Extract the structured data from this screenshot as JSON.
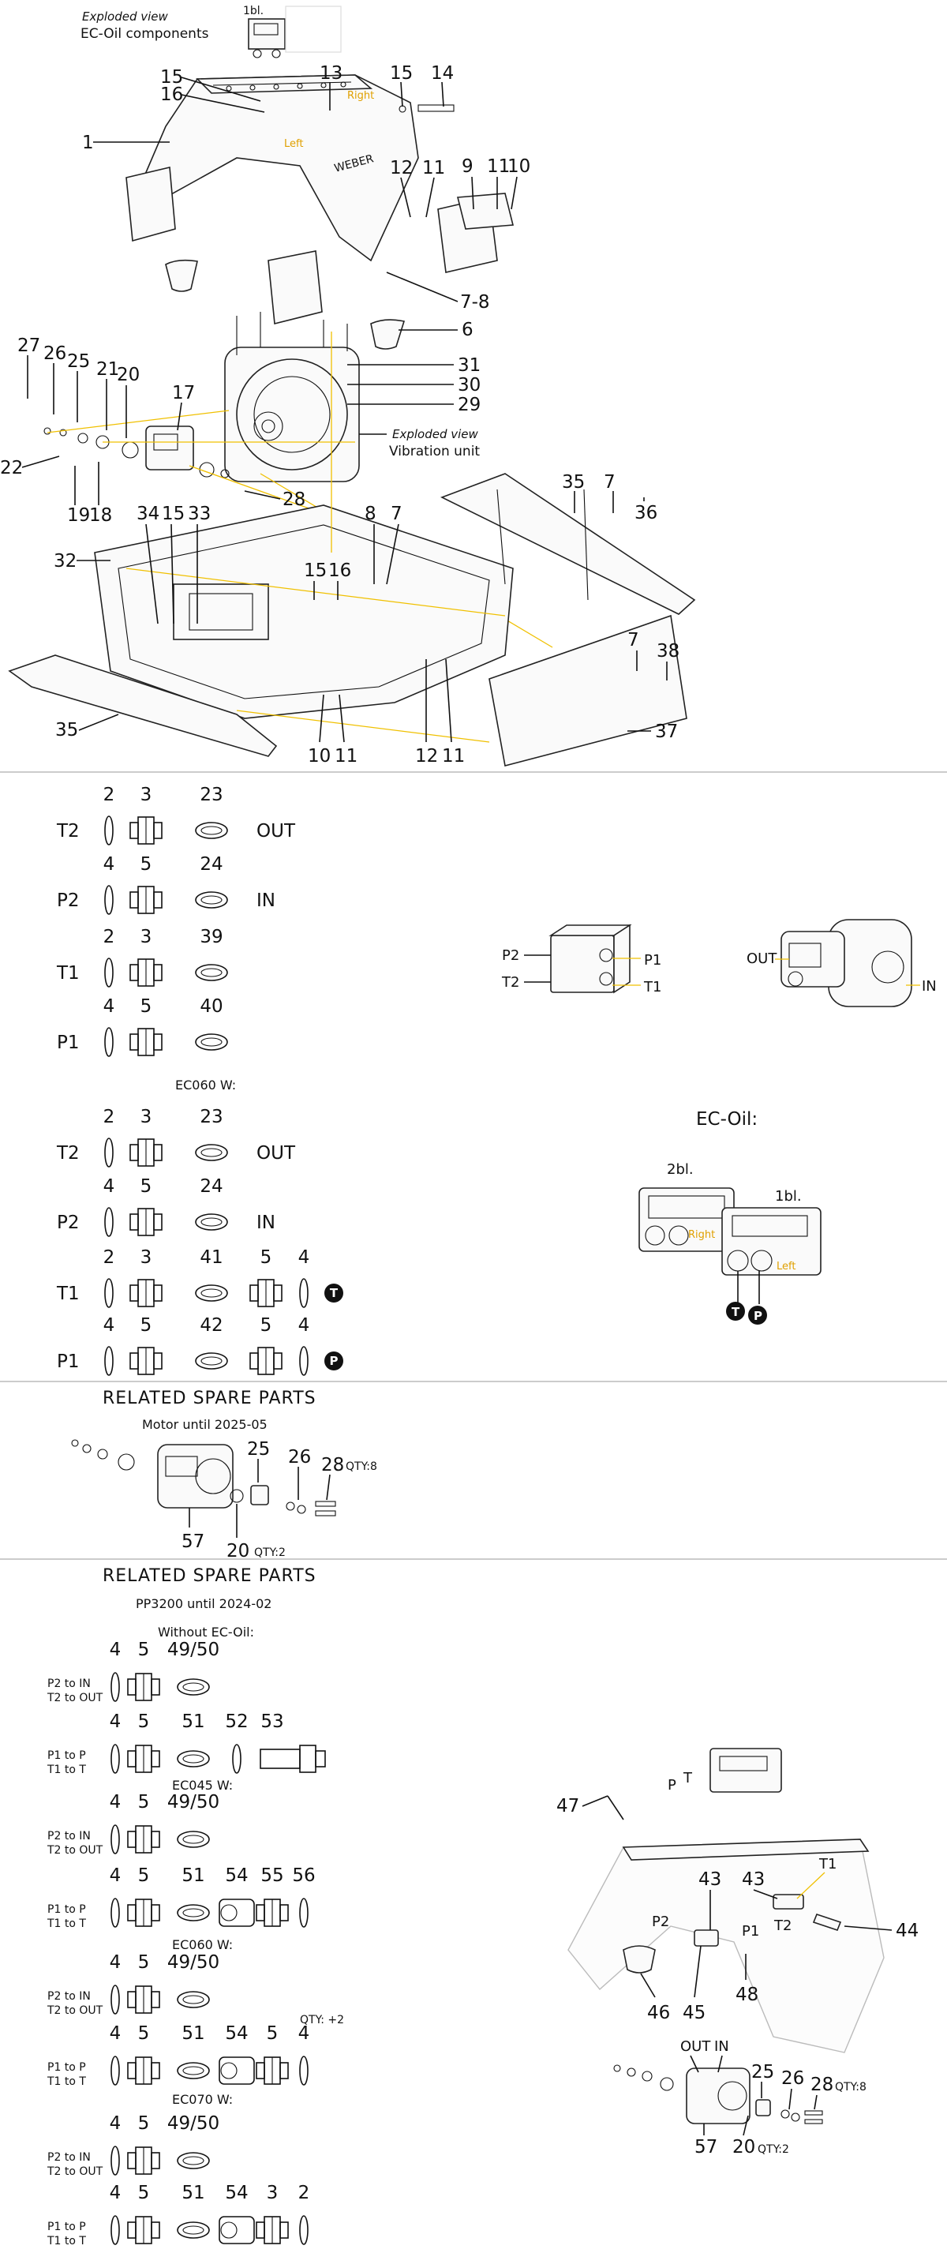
{
  "top": {
    "exploded_ec": "Exploded view",
    "ec_components": "EC-Oil components",
    "bl1": "1bl.",
    "exploded_vib": "Exploded view",
    "vibration_unit": "Vibration unit",
    "right": "Right",
    "left": "Left",
    "brand": "WEBER",
    "labels": [
      "1",
      "15",
      "16",
      "13",
      "15",
      "14",
      "12",
      "11",
      "9",
      "11",
      "10",
      "7-8",
      "6",
      "27",
      "26",
      "25",
      "21",
      "20",
      "17",
      "22",
      "19",
      "18",
      "31",
      "30",
      "29",
      "28",
      "35",
      "7",
      "36",
      "34",
      "15",
      "33",
      "32",
      "8",
      "7",
      "15",
      "16",
      "10",
      "11",
      "12",
      "11",
      "7",
      "38",
      "35",
      "37"
    ]
  },
  "fittings": {
    "rows_a": [
      {
        "port": "T2",
        "nums": [
          "2",
          "3",
          "23"
        ],
        "dir": "OUT"
      },
      {
        "port": "P2",
        "nums": [
          "4",
          "5",
          "24"
        ],
        "dir": "IN"
      },
      {
        "port": "T1",
        "nums": [
          "2",
          "3",
          "39"
        ],
        "dir": ""
      },
      {
        "port": "P1",
        "nums": [
          "4",
          "5",
          "40"
        ],
        "dir": ""
      }
    ],
    "ec060": "EC060 W:",
    "rows_b": [
      {
        "port": "T2",
        "nums": [
          "2",
          "3",
          "23"
        ],
        "dir": "OUT"
      },
      {
        "port": "P2",
        "nums": [
          "4",
          "5",
          "24"
        ],
        "dir": "IN"
      },
      {
        "port": "T1",
        "nums": [
          "2",
          "3",
          "41",
          "5",
          "4"
        ],
        "badge": "T"
      },
      {
        "port": "P1",
        "nums": [
          "4",
          "5",
          "42",
          "5",
          "4"
        ],
        "badge": "P"
      }
    ],
    "valve_ports": [
      "P2",
      "T2",
      "P1",
      "T1"
    ],
    "pump_out": "OUT",
    "pump_in": "IN",
    "ec_oil": "EC-Oil:",
    "bl2": "2bl.",
    "bl1": "1bl.",
    "right": "Right",
    "left": "Left",
    "badge_t": "T",
    "badge_p": "P"
  },
  "related1": {
    "title": "RELATED SPARE PARTS",
    "subtitle": "Motor until 2025-05",
    "labels": [
      "25",
      "26",
      "28",
      "57",
      "20"
    ],
    "qty8": "QTY:8",
    "qty2": "QTY:2"
  },
  "related2": {
    "title": "RELATED SPARE PARTS",
    "subtitle": "PP3200 until 2024-02",
    "without": "Without EC-Oil:",
    "ec045": "EC045 W:",
    "ec060": "EC060 W:",
    "ec070": "EC070 W:",
    "p2_in": "P2 to IN",
    "t2_out": "T2 to OUT",
    "p1_p": "P1 to P",
    "t1_t": "T1 to T",
    "qty_plus2": "QTY: +2",
    "g1": [
      "4",
      "5",
      "49/50"
    ],
    "g2": [
      "4",
      "5",
      "51",
      "52",
      "53"
    ],
    "g3": [
      "4",
      "5",
      "49/50"
    ],
    "g4": [
      "4",
      "5",
      "51",
      "54",
      "55",
      "56"
    ],
    "g5": [
      "4",
      "5",
      "49/50"
    ],
    "g6": [
      "4",
      "5",
      "51",
      "54",
      "5",
      "4"
    ],
    "g7": [
      "4",
      "5",
      "49/50"
    ],
    "g8": [
      "4",
      "5",
      "51",
      "54",
      "3",
      "2"
    ],
    "right_labels": [
      "47",
      "43",
      "43",
      "T1",
      "T2",
      "P2",
      "P1",
      "44",
      "46",
      "45",
      "48",
      "P",
      "T",
      "OUT",
      "IN",
      "25",
      "26",
      "28",
      "57",
      "20"
    ],
    "qty8": "QTY:8",
    "qty2": "QTY:2"
  }
}
